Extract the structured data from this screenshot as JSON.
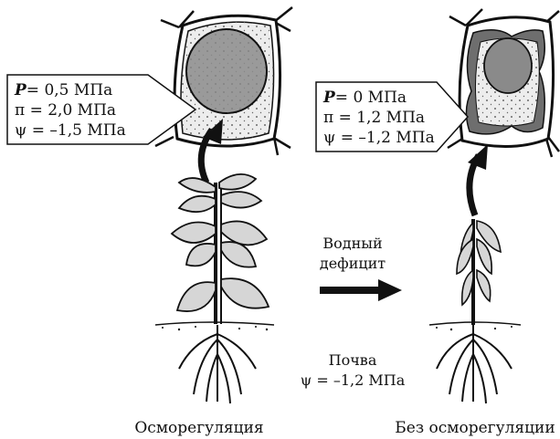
{
  "left_box": {
    "line1_var": "P",
    "line1_rest": "= 0,5 МПа",
    "line2_var": "π",
    "line2_rest": " =  2,0 МПа",
    "line3_var": "ψ",
    "line3_rest": " = –1,5 МПа"
  },
  "right_box": {
    "line1_var": "P",
    "line1_rest": "= 0  МПа",
    "line2_var": "π",
    "line2_rest": " =  1,2  МПа",
    "line3_var": "ψ",
    "line3_rest": " = –1,2 МПа"
  },
  "middle": {
    "arrow_label_1": "Водный",
    "arrow_label_2": "дефицит",
    "soil_label_1": "Почва",
    "soil_label_2": "ψ = –1,2 МПа"
  },
  "captions": {
    "left": "Осморегуляция",
    "right": "Без осморегуляции"
  },
  "colors": {
    "ink": "#111111",
    "leaf": "#d6d6d6",
    "cell_fill": "#ededed",
    "vacuole": "#9a9a9a",
    "cytoplasm_dark": "#6e6e6e"
  }
}
